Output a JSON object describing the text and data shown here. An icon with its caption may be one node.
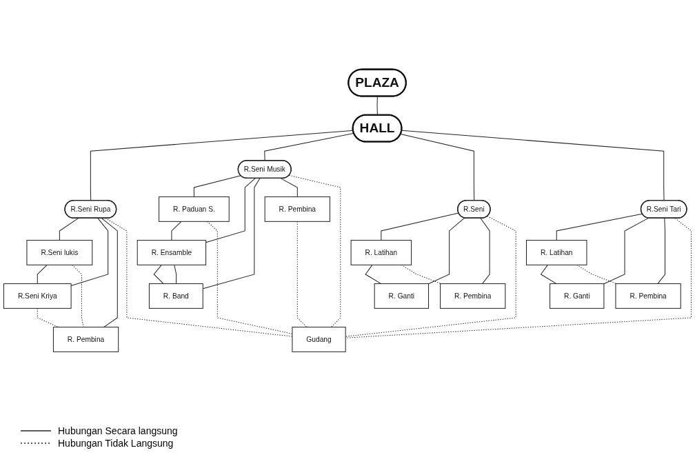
{
  "diagram": {
    "nodes": [
      {
        "text": [
          "PLAZA"
        ]
      },
      {
        "text": [
          "R.Seni Rupa"
        ]
      },
      {
        "text": [
          "HALL"
        ]
      },
      {
        "text": [
          "R.Seni Musik"
        ]
      },
      {
        "text": [
          "R.Seni lukis"
        ]
      },
      {
        "text": [
          "R. Paduan S."
        ]
      },
      {
        "text": [
          "R.Seni Kriya"
        ]
      },
      {
        "text": [
          "R. Ensamble"
        ]
      },
      {
        "text": [
          "R. Pembina"
        ]
      },
      {
        "text": [
          "R. Band"
        ]
      },
      {
        "text": [
          "R.Seni"
        ]
      },
      {
        "text": [
          "R.Seni Tari"
        ]
      },
      {
        "text": [
          "R. Pembina"
        ]
      },
      {
        "text": [
          "R. Latihan"
        ]
      },
      {
        "text": [
          "R. Latihan"
        ]
      },
      {
        "text": [
          "R. Ganti"
        ]
      },
      {
        "text": [
          "R. Ganti"
        ]
      },
      {
        "text": [
          "R. Pembina"
        ]
      },
      {
        "text": [
          "R. Pembina"
        ]
      },
      {
        "text": [
          "Gudang"
        ]
      }
    ],
    "edges": [
      {
        "from": 0,
        "to": 2,
        "arrow": "none"
      },
      {
        "from": 2,
        "to": 1,
        "arrow": "none"
      },
      {
        "from": 2,
        "to": 3,
        "arrow": "none"
      },
      {
        "from": 2,
        "to": 10,
        "arrow": "none"
      },
      {
        "from": 2,
        "to": 11,
        "arrow": "none"
      },
      {
        "from": 1,
        "to": 4,
        "arrow": "none"
      },
      {
        "from": 1,
        "to": 6,
        "arrow": "none"
      },
      {
        "from": 1,
        "to": 8,
        "arrow": "none"
      },
      {
        "from": 4,
        "to": 6,
        "arrow": "none"
      },
      {
        "from": 4,
        "to": 8,
        "arrow": "none",
        "style": "dashed"
      },
      {
        "from": 6,
        "to": 8,
        "arrow": "none",
        "style": "dashed"
      },
      {
        "from": 3,
        "to": 5,
        "arrow": "none"
      },
      {
        "from": 3,
        "to": 7,
        "arrow": "none"
      },
      {
        "from": 3,
        "to": 9,
        "arrow": "none"
      },
      {
        "from": 3,
        "to": 12,
        "arrow": "none"
      },
      {
        "from": 5,
        "to": 7,
        "arrow": "none"
      },
      {
        "from": 7,
        "to": 9,
        "arrow": "none"
      },
      {
        "from": 7,
        "to": 9,
        "arrow": "none"
      },
      {
        "from": 10,
        "to": 13,
        "arrow": "none"
      },
      {
        "from": 10,
        "to": 15,
        "arrow": "none"
      },
      {
        "from": 10,
        "to": 17,
        "arrow": "none"
      },
      {
        "from": 13,
        "to": 15,
        "arrow": "none"
      },
      {
        "from": 13,
        "to": 17,
        "arrow": "none",
        "style": "dashed"
      },
      {
        "from": 11,
        "to": 14,
        "arrow": "none"
      },
      {
        "from": 11,
        "to": 16,
        "arrow": "none"
      },
      {
        "from": 11,
        "to": 18,
        "arrow": "none"
      },
      {
        "from": 14,
        "to": 16,
        "arrow": "none"
      },
      {
        "from": 14,
        "to": 18,
        "arrow": "none",
        "style": "dashed"
      },
      {
        "from": 1,
        "to": 19,
        "arrow": "none",
        "style": "dashed"
      },
      {
        "from": 10,
        "to": 19,
        "arrow": "none",
        "style": "dashed"
      },
      {
        "from": 11,
        "to": 19,
        "arrow": "none",
        "style": "dashed"
      },
      {
        "from": 3,
        "to": 19,
        "arrow": "none",
        "style": "dashed"
      },
      {
        "from": 5,
        "to": 19,
        "arrow": "none",
        "style": "dashed"
      },
      {
        "from": 12,
        "to": 19,
        "arrow": "none",
        "style": "dashed"
      }
    ],
    "legend": [
      {
        "text": "Hubungan Secara langsung"
      },
      {
        "text": "Hubungan Tidak Langsung"
      }
    ]
  }
}
